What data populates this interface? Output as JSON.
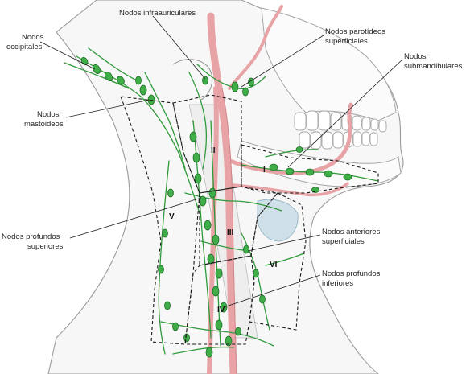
{
  "labels": {
    "infraauricular": "Nodos infraauriculares",
    "occipital_1": "Nodos",
    "occipital_2": "occipitales",
    "parotid_1": "Nodos parotídeos",
    "parotid_2": "superficiales",
    "submandibular_1": "Nodos",
    "submandibular_2": "submandibulares",
    "mastoid_1": "Nodos",
    "mastoid_2": "mastoideos",
    "deep_superior_1": "Nodos profundos",
    "deep_superior_2": "superiores",
    "anterior_superficial_1": "Nodos anteriores",
    "anterior_superficial_2": "superficiales",
    "deep_inferior_1": "Nodos profundos",
    "deep_inferior_2": "inferiores"
  },
  "levels": {
    "I": "I",
    "II": "II",
    "III": "III",
    "IV": "IV",
    "V": "V",
    "VI": "VI"
  },
  "colors": {
    "lymph": "#2f9a3a",
    "node": "#3fae49",
    "vessel": "#e8a3a6",
    "outline": "#9a9a9a"
  }
}
